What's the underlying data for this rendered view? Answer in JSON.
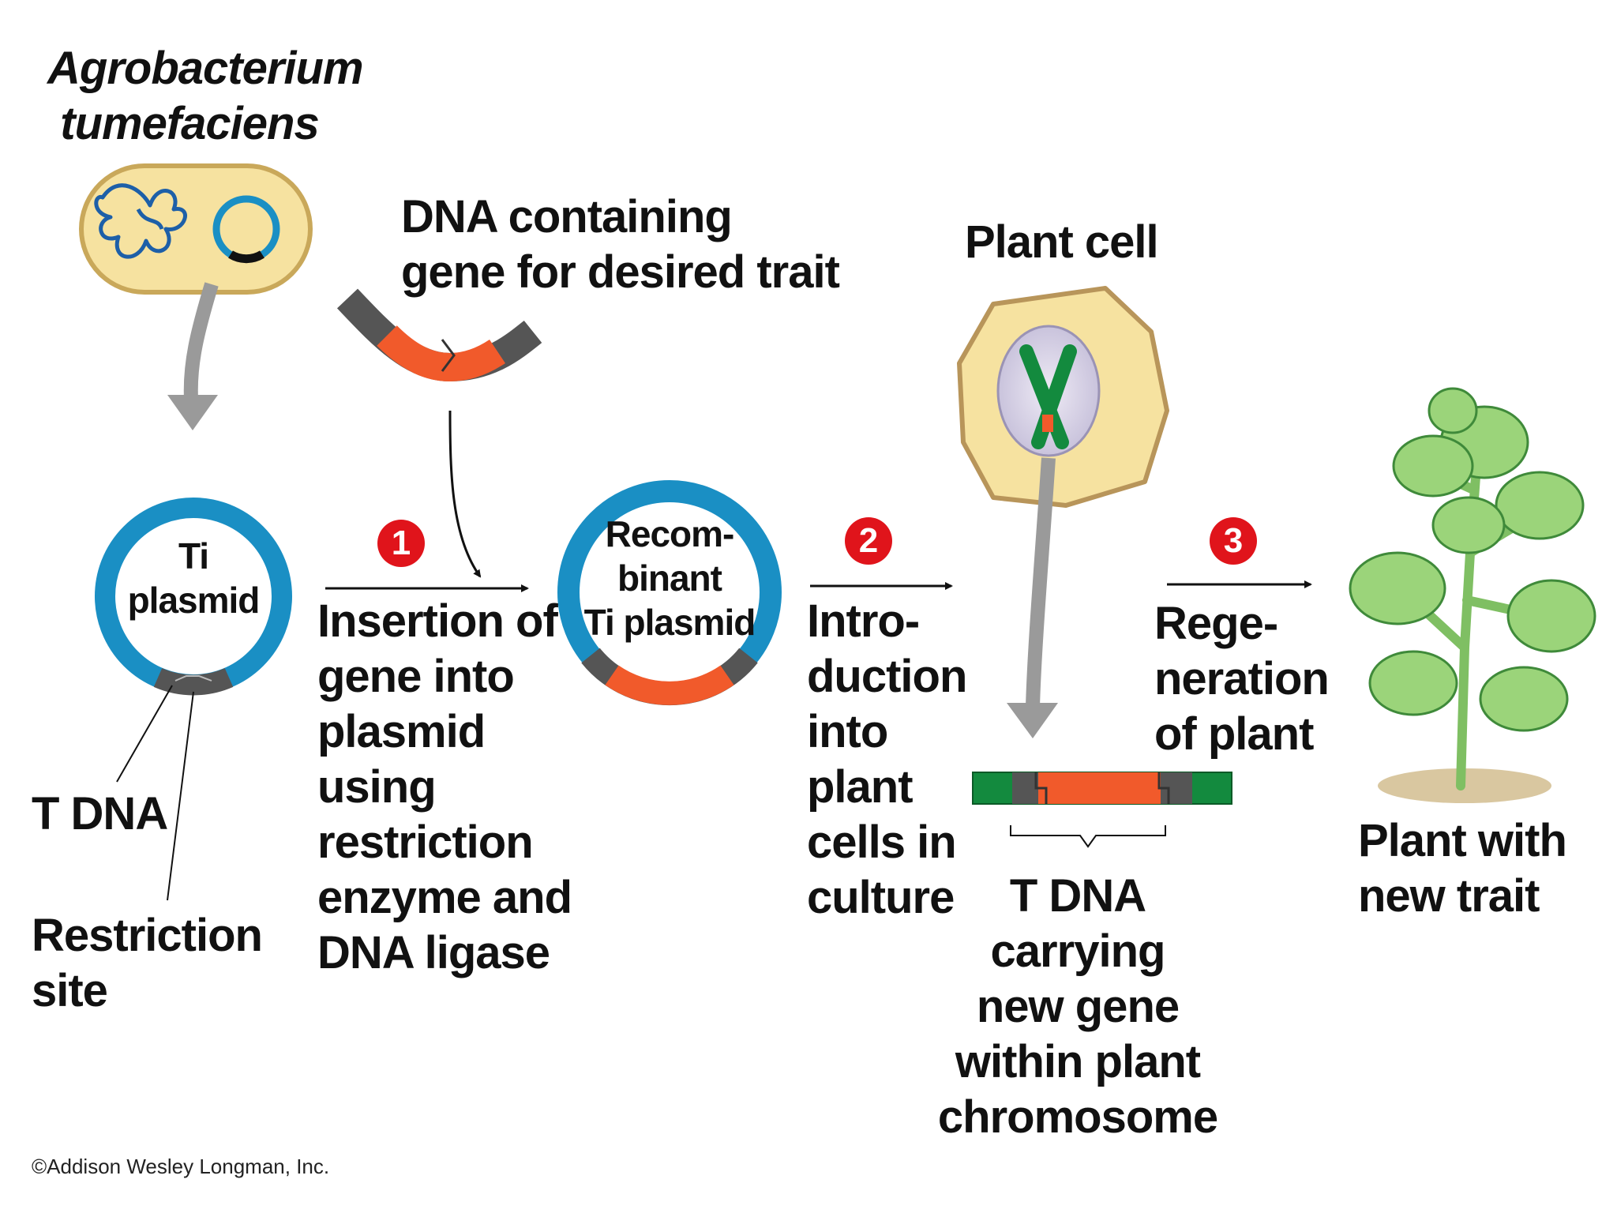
{
  "organism": {
    "line1": "Agrobacterium",
    "line2": "tumefaciens"
  },
  "dna_source": {
    "line1": "DNA containing",
    "line2": "gene for desired trait"
  },
  "plant_cell": "Plant cell",
  "ti_plasmid": {
    "line1": "Ti",
    "line2": "plasmid"
  },
  "recombinant": {
    "line1": "Recom-",
    "line2": "binant",
    "line3": "Ti plasmid"
  },
  "t_dna_label": "T DNA",
  "restriction_site": {
    "line1": "Restriction",
    "line2": "site"
  },
  "steps": [
    {
      "number": "1",
      "lines": [
        "Insertion of",
        "gene into",
        "plasmid",
        "using",
        "restriction",
        "enzyme and",
        "DNA ligase"
      ]
    },
    {
      "number": "2",
      "lines": [
        "Intro-",
        "duction",
        "into",
        "plant",
        "cells in",
        "culture"
      ]
    },
    {
      "number": "3",
      "lines": [
        "Rege-",
        "neration",
        "of plant"
      ]
    }
  ],
  "t_dna_caption": [
    "T DNA",
    "carrying",
    "new gene",
    "within plant",
    "chromosome"
  ],
  "plant_label": {
    "line1": "Plant with",
    "line2": "new trait"
  },
  "copyright": "©Addison Wesley Longman, Inc.",
  "colors": {
    "plasmid_blue": "#1a8fc4",
    "insert_red": "#f15a2b",
    "tdna_gray": "#555555",
    "cell_fill": "#f6e2a0",
    "chromosome_green": "#138a3e",
    "step_red": "#e0141b",
    "arrow_gray": "#9a9a9a",
    "leaf_green": "#9bd47a"
  }
}
